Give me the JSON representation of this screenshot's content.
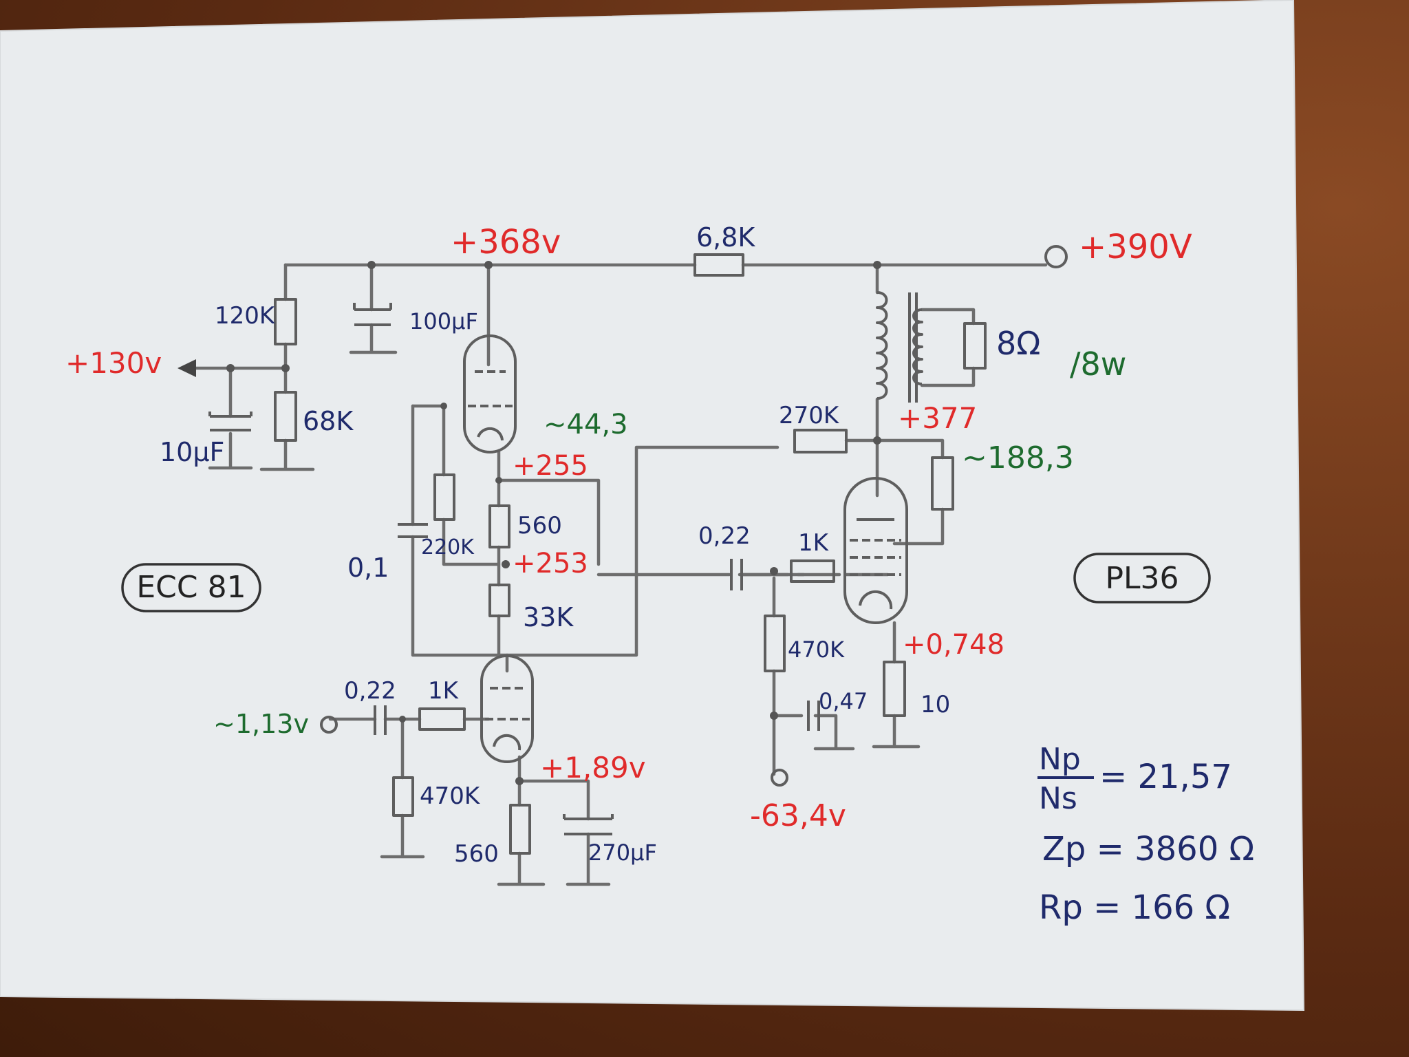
{
  "diagram": {
    "tube_left": "ECC 81",
    "tube_right": "PL36",
    "supply": {
      "b_plus": "+390V",
      "rail": "+368v",
      "dropper": "6,8K",
      "bias_out": "+130v"
    },
    "labels": {
      "r120k": "120K",
      "c100uf": "100µF",
      "r68k": "68K",
      "c10uf": "10µF",
      "ac44": "~44,3",
      "v255": "+255",
      "r560_top": "560",
      "r220k": "220K",
      "c01": "0,1",
      "v253": "+253",
      "r33k": "33K",
      "c022_in": "0,22",
      "r1k_in": "1K",
      "ac_in": "~1,13v",
      "r470k_in": "470K",
      "v189": "+1,89v",
      "r560_bot": "560",
      "c270uf": "270µF",
      "r270k": "270K",
      "v377": "+377",
      "ac1883": "~188,3",
      "c022_mid": "0,22",
      "r1k_mid": "1K",
      "r470k_mid": "470K",
      "c047": "0,47",
      "r10": "10",
      "v0748": "+0,748",
      "v_neg": "-63,4v",
      "spk": "8Ω",
      "spk_w": "/8w"
    },
    "formulas": {
      "ratio_num": "Np",
      "ratio_den": "Ns",
      "ratio_val": "= 21,57",
      "zp": "Zp = 3860 Ω",
      "rp": "Rp = 166 Ω"
    }
  }
}
